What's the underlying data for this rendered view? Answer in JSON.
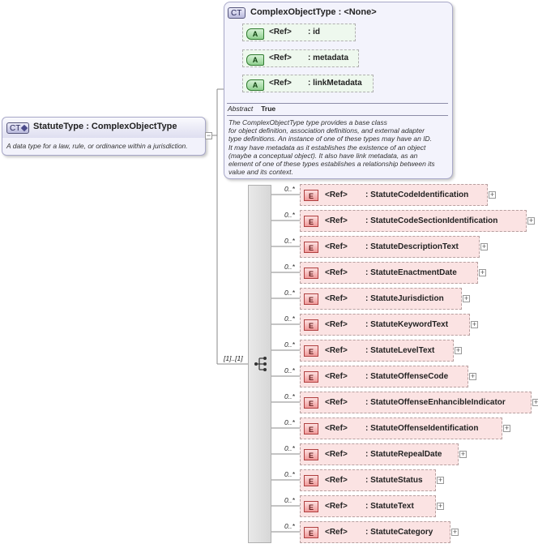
{
  "statute_type": {
    "badge": "CT",
    "title": "StatuteType : ComplexObjectType",
    "description": "A data type for a law, rule, or ordinance within a jurisdiction."
  },
  "complex_object_type": {
    "badge": "CT",
    "title": "ComplexObjectType : <None>",
    "attributes": [
      {
        "badge": "A",
        "ref": "<Ref>",
        "name": ": id"
      },
      {
        "badge": "A",
        "ref": "<Ref>",
        "name": ": metadata"
      },
      {
        "badge": "A",
        "ref": "<Ref>",
        "name": ": linkMetadata"
      }
    ],
    "abstract_label": "Abstract",
    "abstract_value": "True",
    "description_lines": [
      "The ComplexObjectType type provides a base class",
      "for object definition, association definitions, and external adapter",
      "type definitions. An instance of one of these types may have an ID.",
      "It may have metadata as it establishes the existence of an object",
      "(maybe a conceptual object). It also have link metadata, as an",
      "element of one of these types establishes a relationship between its",
      "value and its context."
    ]
  },
  "sequence": {
    "multiplicity": "[1]..[1]"
  },
  "elements": [
    {
      "mult": "0..*",
      "badge": "E",
      "ref": "<Ref>",
      "name": ": StatuteCodeIdentification"
    },
    {
      "mult": "0..*",
      "badge": "E",
      "ref": "<Ref>",
      "name": ": StatuteCodeSectionIdentification"
    },
    {
      "mult": "0..*",
      "badge": "E",
      "ref": "<Ref>",
      "name": ": StatuteDescriptionText"
    },
    {
      "mult": "0..*",
      "badge": "E",
      "ref": "<Ref>",
      "name": ": StatuteEnactmentDate"
    },
    {
      "mult": "0..*",
      "badge": "E",
      "ref": "<Ref>",
      "name": ": StatuteJurisdiction"
    },
    {
      "mult": "0..*",
      "badge": "E",
      "ref": "<Ref>",
      "name": ": StatuteKeywordText"
    },
    {
      "mult": "0..*",
      "badge": "E",
      "ref": "<Ref>",
      "name": ": StatuteLevelText"
    },
    {
      "mult": "0..*",
      "badge": "E",
      "ref": "<Ref>",
      "name": ": StatuteOffenseCode"
    },
    {
      "mult": "0..*",
      "badge": "E",
      "ref": "<Ref>",
      "name": ": StatuteOffenseEnhancibleIndicator"
    },
    {
      "mult": "0..*",
      "badge": "E",
      "ref": "<Ref>",
      "name": ": StatuteOffenseIdentification"
    },
    {
      "mult": "0..*",
      "badge": "E",
      "ref": "<Ref>",
      "name": ": StatuteRepealDate"
    },
    {
      "mult": "0..*",
      "badge": "E",
      "ref": "<Ref>",
      "name": ": StatuteStatus"
    },
    {
      "mult": "0..*",
      "badge": "E",
      "ref": "<Ref>",
      "name": ": StatuteText"
    },
    {
      "mult": "0..*",
      "badge": "E",
      "ref": "<Ref>",
      "name": ": StatuteCategory"
    }
  ],
  "icons": {
    "expand": "plus-icon",
    "sequence": "sequence-compositor-icon"
  }
}
